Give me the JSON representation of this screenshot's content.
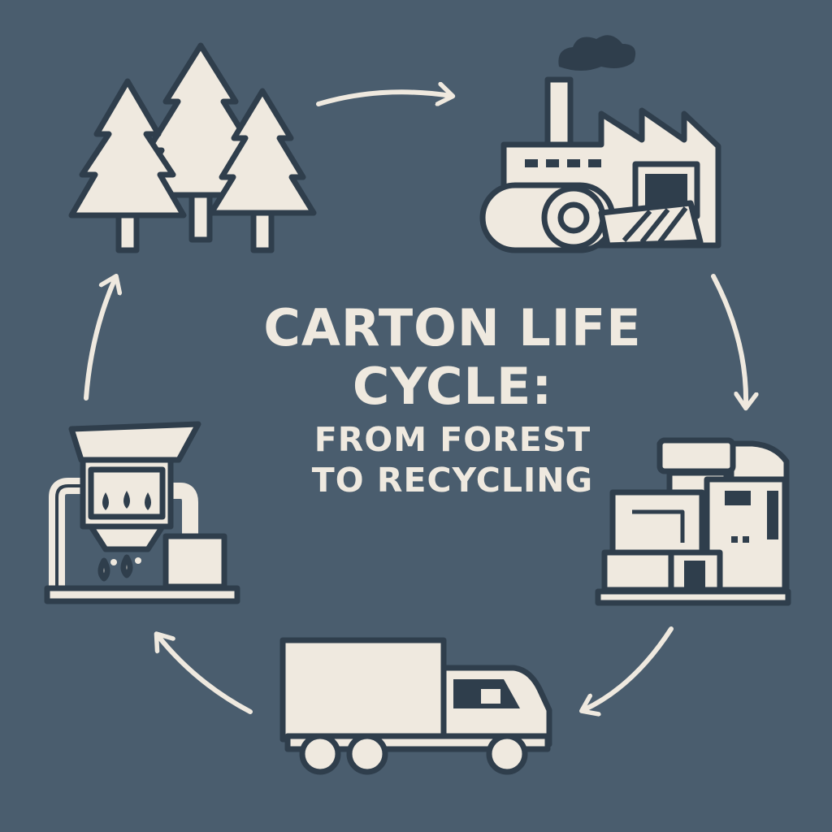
{
  "title": {
    "line1": "CARTON LIFE",
    "line2": "CYCLE:",
    "subtitle_line1": "FROM FOREST",
    "subtitle_line2": "TO RECYCLING"
  },
  "colors": {
    "background": "#4a5d6e",
    "fill": "#efe9df",
    "outline": "#2f3e4c"
  },
  "stages": [
    {
      "icon": "forest-icon"
    },
    {
      "icon": "paper-mill-icon"
    },
    {
      "icon": "carton-packaging-factory-icon"
    },
    {
      "icon": "delivery-truck-icon"
    },
    {
      "icon": "recycling-pulper-icon"
    }
  ]
}
